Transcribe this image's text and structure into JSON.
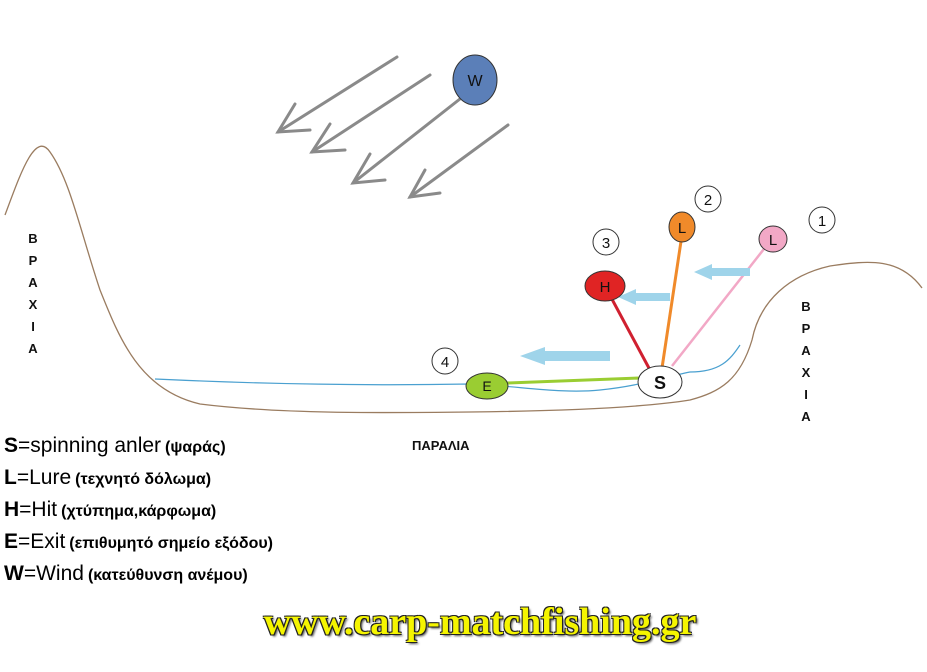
{
  "rocks_left": [
    "Β",
    "Ρ",
    "Α",
    "Χ",
    "Ι",
    "Α"
  ],
  "rocks_right": [
    "Β",
    "Ρ",
    "Α",
    "Χ",
    "Ι",
    "Α"
  ],
  "beach_label": "ΠΑΡΑΛΙΑ",
  "nodes": {
    "wind": "W",
    "lure1": "L",
    "lure2": "L",
    "hit": "H",
    "exit": "E",
    "spinner": "S"
  },
  "numbers": [
    "1",
    "2",
    "3",
    "4"
  ],
  "legend": [
    {
      "key": "S",
      "text": "=spinning anler",
      "greek": "(ψαράς)"
    },
    {
      "key": "L",
      "text": "=Lure",
      "greek": "(τεχνητό δόλωμα)"
    },
    {
      "key": "H",
      "text": "=Hit",
      "greek": "(χτύπημα,κάρφωμα)"
    },
    {
      "key": "E",
      "text": "=Exit",
      "greek": "(επιθυμητό σημείο εξόδου)"
    },
    {
      "key": "W",
      "text": "=Wind",
      "greek": "(κατεύθυνση ανέμου)"
    }
  ],
  "website": "www.carp-matchfishing.gr",
  "colors": {
    "wind_node": "#5b7fb8",
    "lure1_node": "#f2a8c6",
    "lure2_node": "#f08a2a",
    "hit_node": "#e02424",
    "exit_node": "#9acd32",
    "water_line": "#4aa0d0",
    "shore_line": "#9a7c60",
    "flow_arrow": "#9fd4ea",
    "site_text": "#f5f500"
  }
}
